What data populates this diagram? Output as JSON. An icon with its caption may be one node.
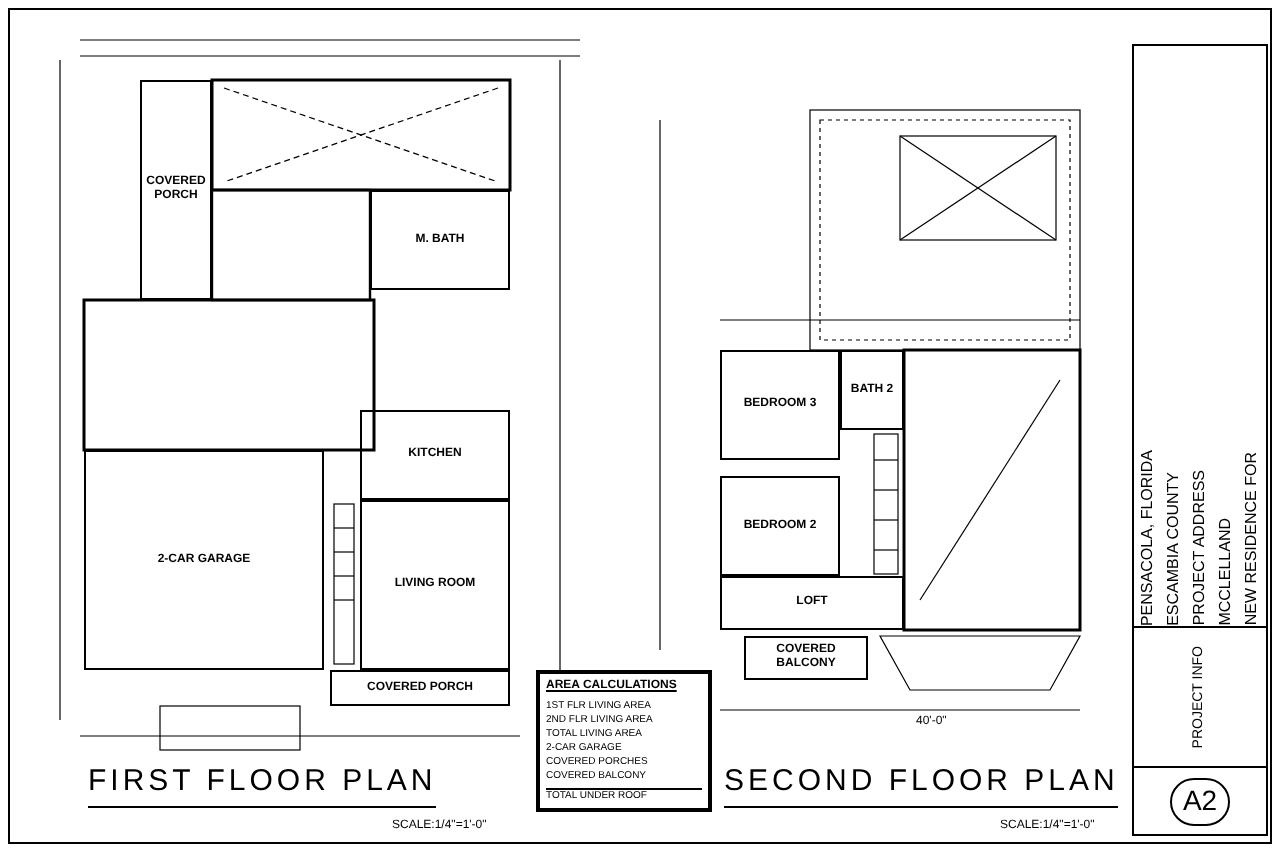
{
  "diagram": {
    "nodes": [
      {
        "text": [
          "COVERED PORCH"
        ]
      },
      {
        "text": [
          "M. BATH"
        ]
      },
      {
        "text": [
          "KITCHEN"
        ]
      },
      {
        "text": [
          "LIVING ROOM"
        ]
      },
      {
        "text": [
          "2-CAR GARAGE"
        ]
      },
      {
        "text": [
          "COVERED PORCH"
        ]
      },
      {
        "text": [
          "BEDROOM 3"
        ]
      },
      {
        "text": [
          "BATH 2"
        ]
      },
      {
        "text": [
          "BEDROOM 2"
        ]
      },
      {
        "text": [
          "LOFT"
        ]
      },
      {
        "text": [
          "COVERED BALCONY"
        ]
      }
    ],
    "edges": [],
    "labels": [
      "FIRST FLOOR PLAN",
      "SCALE:1/4\"=1'-0\"",
      "SECOND FLOOR PLAN",
      "SCALE:1/4\"=1'-0\"",
      "40'-0\"",
      "AREA CALCULATIONS",
      "1ST FLR LIVING AREA",
      "2ND FLR LIVING AREA",
      "TOTAL LIVING AREA",
      "2-CAR GARAGE",
      "COVERED PORCHES",
      "COVERED BALCONY",
      "TOTAL UNDER ROOF",
      "NEW RESIDENCE FOR",
      "MCCLELLAND",
      "PROJECT ADDRESS",
      "ESCAMBIA COUNTY",
      "PENSACOLA, FLORIDA",
      "PROJECT INFO",
      "A2"
    ]
  }
}
